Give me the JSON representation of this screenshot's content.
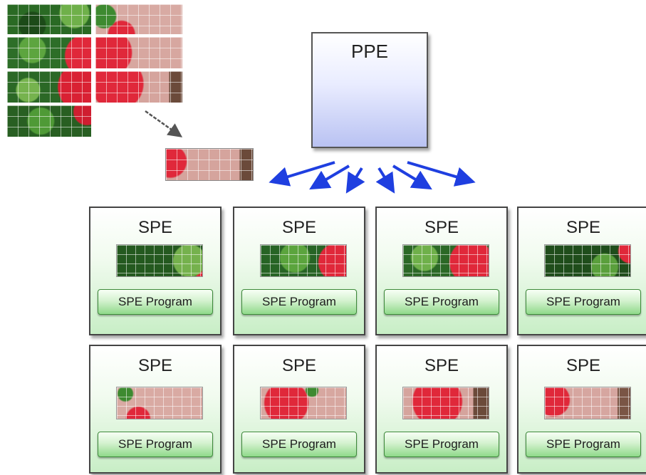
{
  "ppe": {
    "label": "PPE"
  },
  "spes": [
    {
      "label": "SPE",
      "program": "SPE Program"
    },
    {
      "label": "SPE",
      "program": "SPE Program"
    },
    {
      "label": "SPE",
      "program": "SPE Program"
    },
    {
      "label": "SPE",
      "program": "SPE Program"
    },
    {
      "label": "SPE",
      "program": "SPE Program"
    },
    {
      "label": "SPE",
      "program": "SPE Program"
    },
    {
      "label": "SPE",
      "program": "SPE Program"
    },
    {
      "label": "SPE",
      "program": "SPE Program"
    }
  ],
  "colors": {
    "arrow": "#1f3fe0",
    "ppe_fill": "#b9c2f2",
    "spe_fill": "#c8eec6",
    "flower_red": "#e0283a",
    "leaf_green": "#2f7a2a",
    "background_pink": "#d9a8a2"
  }
}
